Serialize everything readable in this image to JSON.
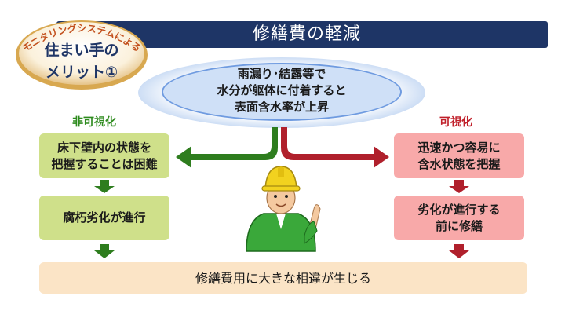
{
  "title": "修繕費の軽減",
  "badge": {
    "line1": "モニタリングシステムによる",
    "line2": "住まい手の",
    "line3": "メリット①"
  },
  "center": {
    "lines": [
      "雨漏り･結露等で",
      "水分が躯体に付着すると",
      "表面含水率が上昇"
    ]
  },
  "left_branch": {
    "label": "非可視化",
    "step1": [
      "床下壁内の状態を",
      "把握することは困難"
    ],
    "step2": [
      "腐朽劣化が進行"
    ]
  },
  "right_branch": {
    "label": "可視化",
    "step1": [
      "迅速かつ容易に",
      "含水状態を把握"
    ],
    "step2": [
      "劣化が進行する",
      "前に修繕"
    ]
  },
  "conclusion": "修繕費用に大きな相違が生じる",
  "colors": {
    "title_bar": "#1e3566",
    "green_arrow": "#2e7d1e",
    "red_arrow": "#b0202c",
    "green_box": "#cfe08a",
    "pink_box": "#f8a9a9",
    "peach_box": "#fbe4c6"
  }
}
